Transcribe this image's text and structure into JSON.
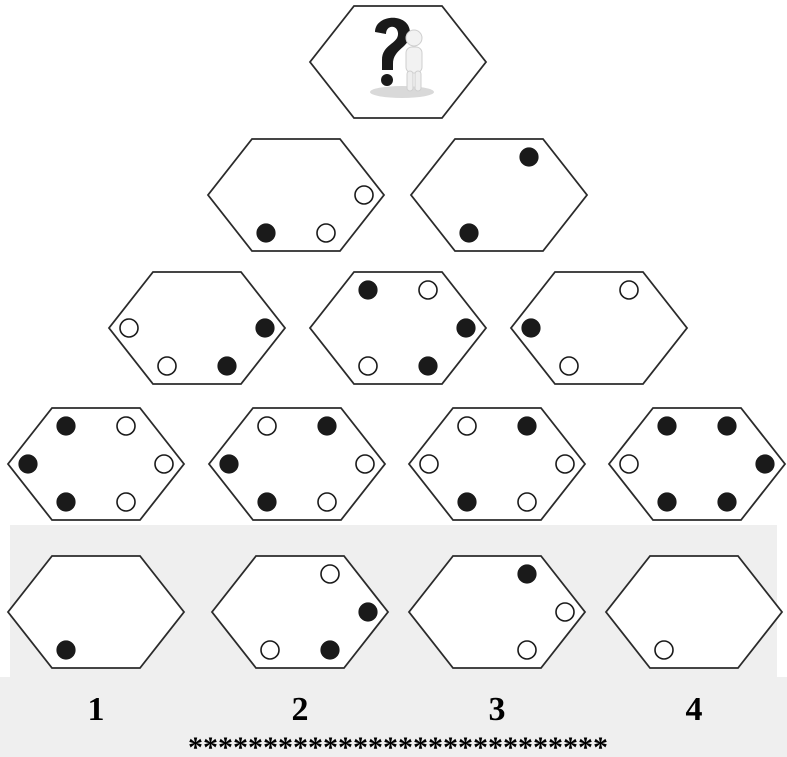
{
  "pyramid": {
    "rows": [
      [
        {
          "dots": []
        }
      ],
      [
        {
          "dots": [
            "R:white",
            "BL:black",
            "BR:white"
          ]
        },
        {
          "dots": [
            "TR:black",
            "BL:black"
          ]
        }
      ],
      [
        {
          "dots": [
            "L:white",
            "R:black",
            "BL:white",
            "BR:black"
          ]
        },
        {
          "dots": [
            "TL:black",
            "TR:white",
            "R:black",
            "BL:white",
            "BR:black"
          ]
        },
        {
          "dots": [
            "TR:white",
            "L:black",
            "BL:white"
          ]
        }
      ],
      [
        {
          "dots": [
            "TL:black",
            "TR:white",
            "L:black",
            "R:white",
            "BL:black",
            "BR:white"
          ]
        },
        {
          "dots": [
            "TL:white",
            "TR:black",
            "L:black",
            "R:white",
            "BL:black",
            "BR:white"
          ]
        },
        {
          "dots": [
            "TL:white",
            "TR:black",
            "L:white",
            "R:white",
            "BL:black",
            "BR:white"
          ]
        },
        {
          "dots": [
            "TL:black",
            "TR:black",
            "L:white",
            "R:black",
            "BL:black",
            "BR:black"
          ]
        }
      ]
    ],
    "top_icon": "question-mark-figure-icon"
  },
  "options": [
    {
      "label": "1",
      "dots": [
        "BL:black"
      ]
    },
    {
      "label": "2",
      "dots": [
        "TR:white",
        "R:black",
        "BL:white",
        "BR:black"
      ]
    },
    {
      "label": "3",
      "dots": [
        "TR:black",
        "R:white",
        "BR:white"
      ]
    },
    {
      "label": "4",
      "dots": [
        "BL:white"
      ]
    }
  ],
  "footer": {
    "stars": "****************************"
  },
  "colors": {
    "black_dot": "#1a1a1a",
    "white_dot": "#ffffff",
    "band": "#efefef",
    "outline": "#2b2b2b"
  }
}
